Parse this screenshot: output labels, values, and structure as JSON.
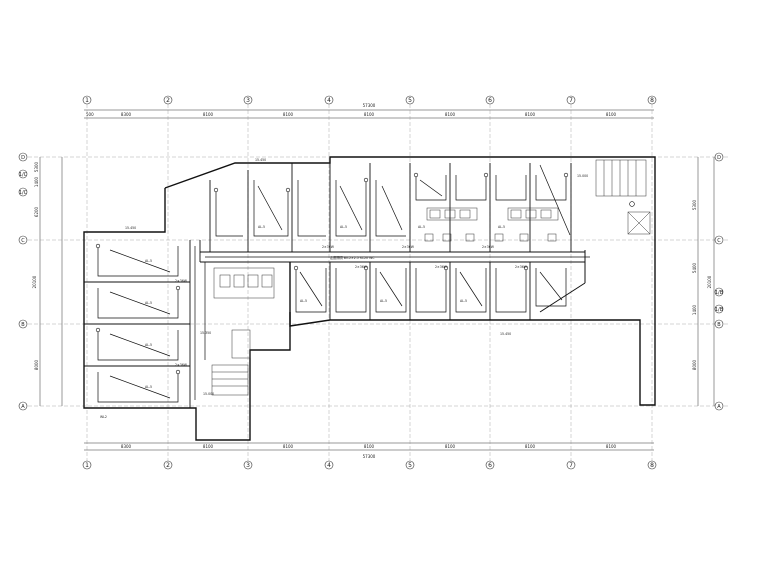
{
  "axes": {
    "columns": [
      "1",
      "2",
      "3",
      "4",
      "5",
      "6",
      "7",
      "8"
    ],
    "rows": [
      "A",
      "B",
      "1/B",
      "C",
      "1/C",
      "D"
    ]
  },
  "dimensions": {
    "top_total": "57300",
    "top_segments": [
      "8300",
      "8100",
      "8100",
      "8100",
      "8100",
      "8100",
      "8100"
    ],
    "top_end_offset": "500",
    "bottom_total": "57300",
    "bottom_segments": [
      "8300",
      "8100",
      "8100",
      "8100",
      "8100",
      "8100",
      "8100"
    ],
    "left_total": "20100",
    "left_segments": [
      "8000",
      "6200",
      "1400",
      "5300"
    ],
    "right_total": "20100",
    "right_segments": [
      "8000",
      "1400",
      "5400",
      "5300"
    ]
  },
  "notes": {
    "corridor": "走廊照明 BV-2×2.5 SC20 WC",
    "elevation_top": "15.450",
    "elevation_mid": "15.450",
    "elevation_stair_left": "15.000",
    "elevation_stair_right": "15.000",
    "elevation_toilet": "15.350",
    "elevation_right_bottom": "15.450",
    "circuit_tag": "AL-5",
    "bottom_circuit": "WL2",
    "lamp_spec": "2×36W"
  }
}
